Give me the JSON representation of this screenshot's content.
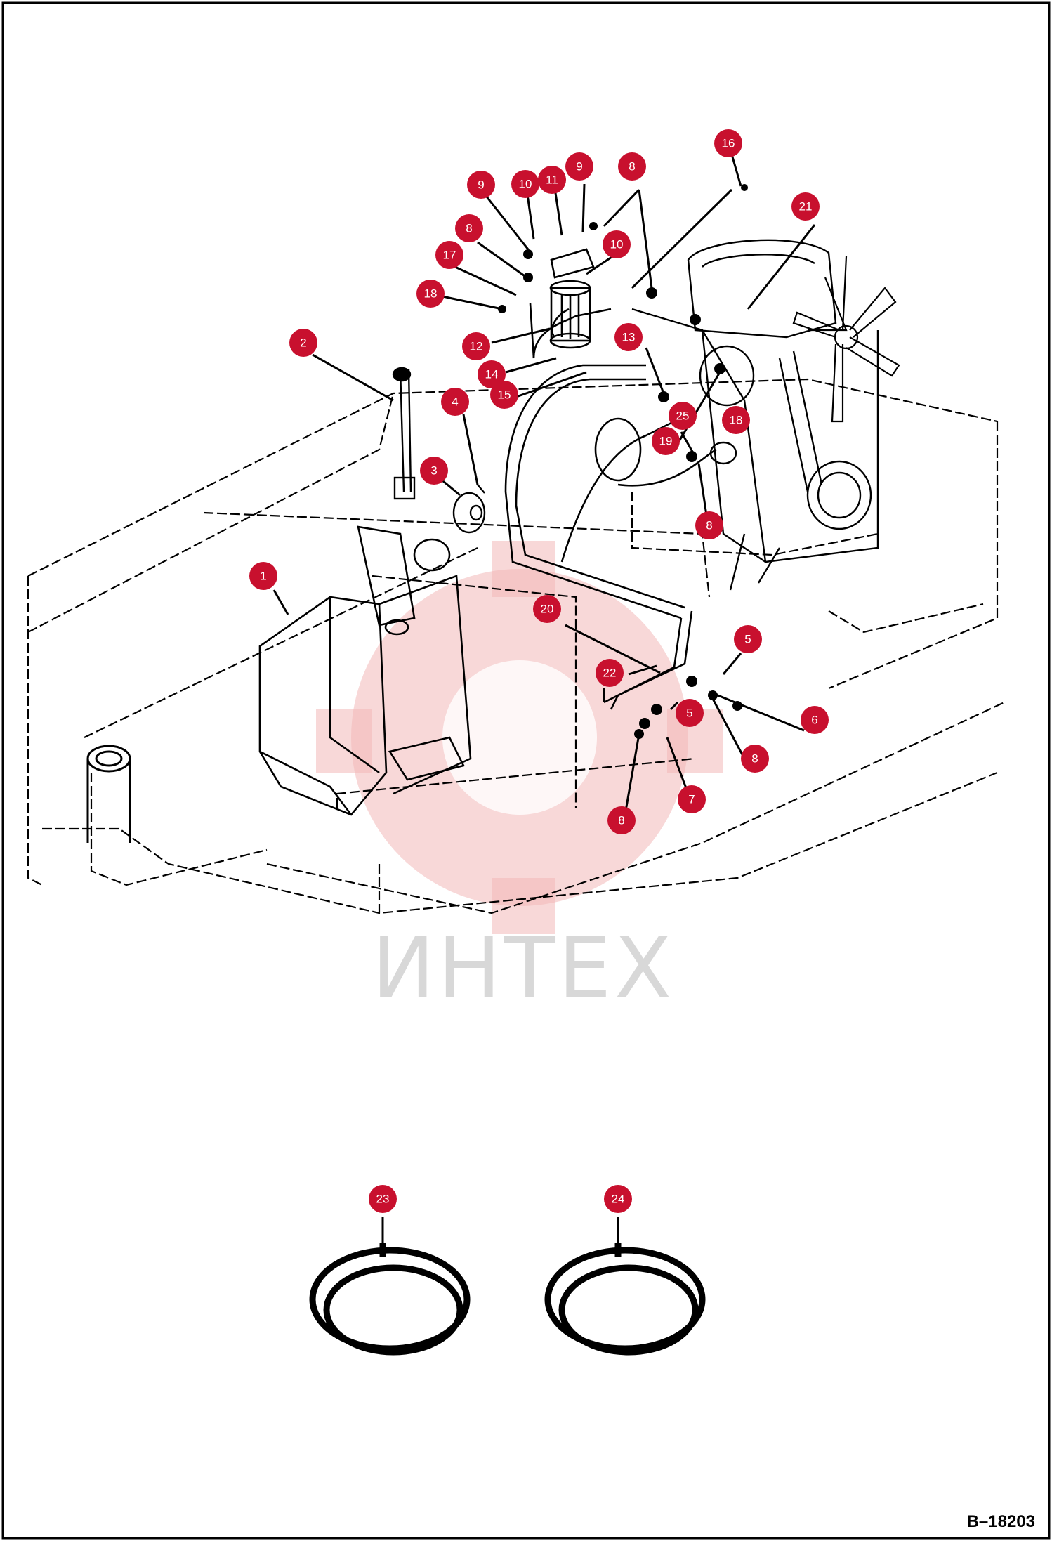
{
  "watermark": {
    "text": "ИНТЕХ",
    "color": "#e8a0a0"
  },
  "drawing_code": "B–18203",
  "callout_color": "#c8102e",
  "callouts": [
    {
      "label": "1"
    },
    {
      "label": "2"
    },
    {
      "label": "3"
    },
    {
      "label": "4"
    },
    {
      "label": "5"
    },
    {
      "label": "5"
    },
    {
      "label": "6"
    },
    {
      "label": "7"
    },
    {
      "label": "8"
    },
    {
      "label": "8"
    },
    {
      "label": "8"
    },
    {
      "label": "8"
    },
    {
      "label": "8"
    },
    {
      "label": "9"
    },
    {
      "label": "9"
    },
    {
      "label": "10"
    },
    {
      "label": "10"
    },
    {
      "label": "11"
    },
    {
      "label": "12"
    },
    {
      "label": "13"
    },
    {
      "label": "14"
    },
    {
      "label": "15"
    },
    {
      "label": "16"
    },
    {
      "label": "17"
    },
    {
      "label": "18"
    },
    {
      "label": "18"
    },
    {
      "label": "19"
    },
    {
      "label": "20"
    },
    {
      "label": "21"
    },
    {
      "label": "22"
    },
    {
      "label": "23"
    },
    {
      "label": "24"
    },
    {
      "label": "25"
    }
  ]
}
